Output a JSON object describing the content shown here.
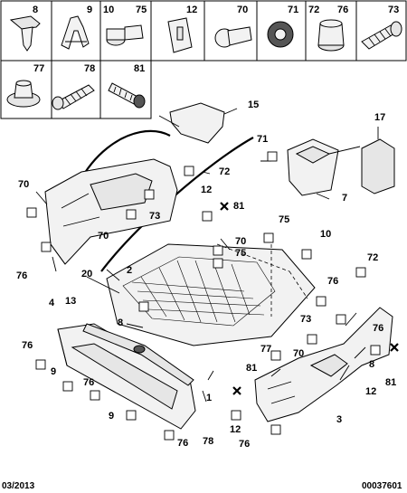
{
  "fastener_grid": {
    "row1": [
      "8",
      "9",
      "10",
      "75",
      "12",
      "70",
      "71",
      "72",
      "76",
      "73"
    ],
    "row2": [
      "77",
      "78",
      "81"
    ]
  },
  "callouts": {
    "c15": "15",
    "c17": "17",
    "c71": "71",
    "c7": "7",
    "c72": "72",
    "c70": "70",
    "c73": "73",
    "c12": "12",
    "c81": "81",
    "c70b": "70",
    "c76": "76",
    "c2": "2",
    "c75": "75",
    "c70c": "70",
    "c75b": "75",
    "c10": "10",
    "c20": "20",
    "c8": "8",
    "c72b": "72",
    "c4": "4",
    "c13": "13",
    "c76b": "76",
    "c73b": "73",
    "c76c": "76",
    "c9": "9",
    "c76d": "76",
    "c77": "77",
    "c81b": "81",
    "c70d": "70",
    "c1": "1",
    "c9b": "9",
    "c78": "78",
    "c76e": "76",
    "c12b": "12",
    "c3": "3",
    "c76f": "76",
    "c12c": "12",
    "c81c": "81",
    "c8b": "8",
    "c76g": "76"
  },
  "footer": {
    "date": "03/2013",
    "ref": "00037601"
  }
}
